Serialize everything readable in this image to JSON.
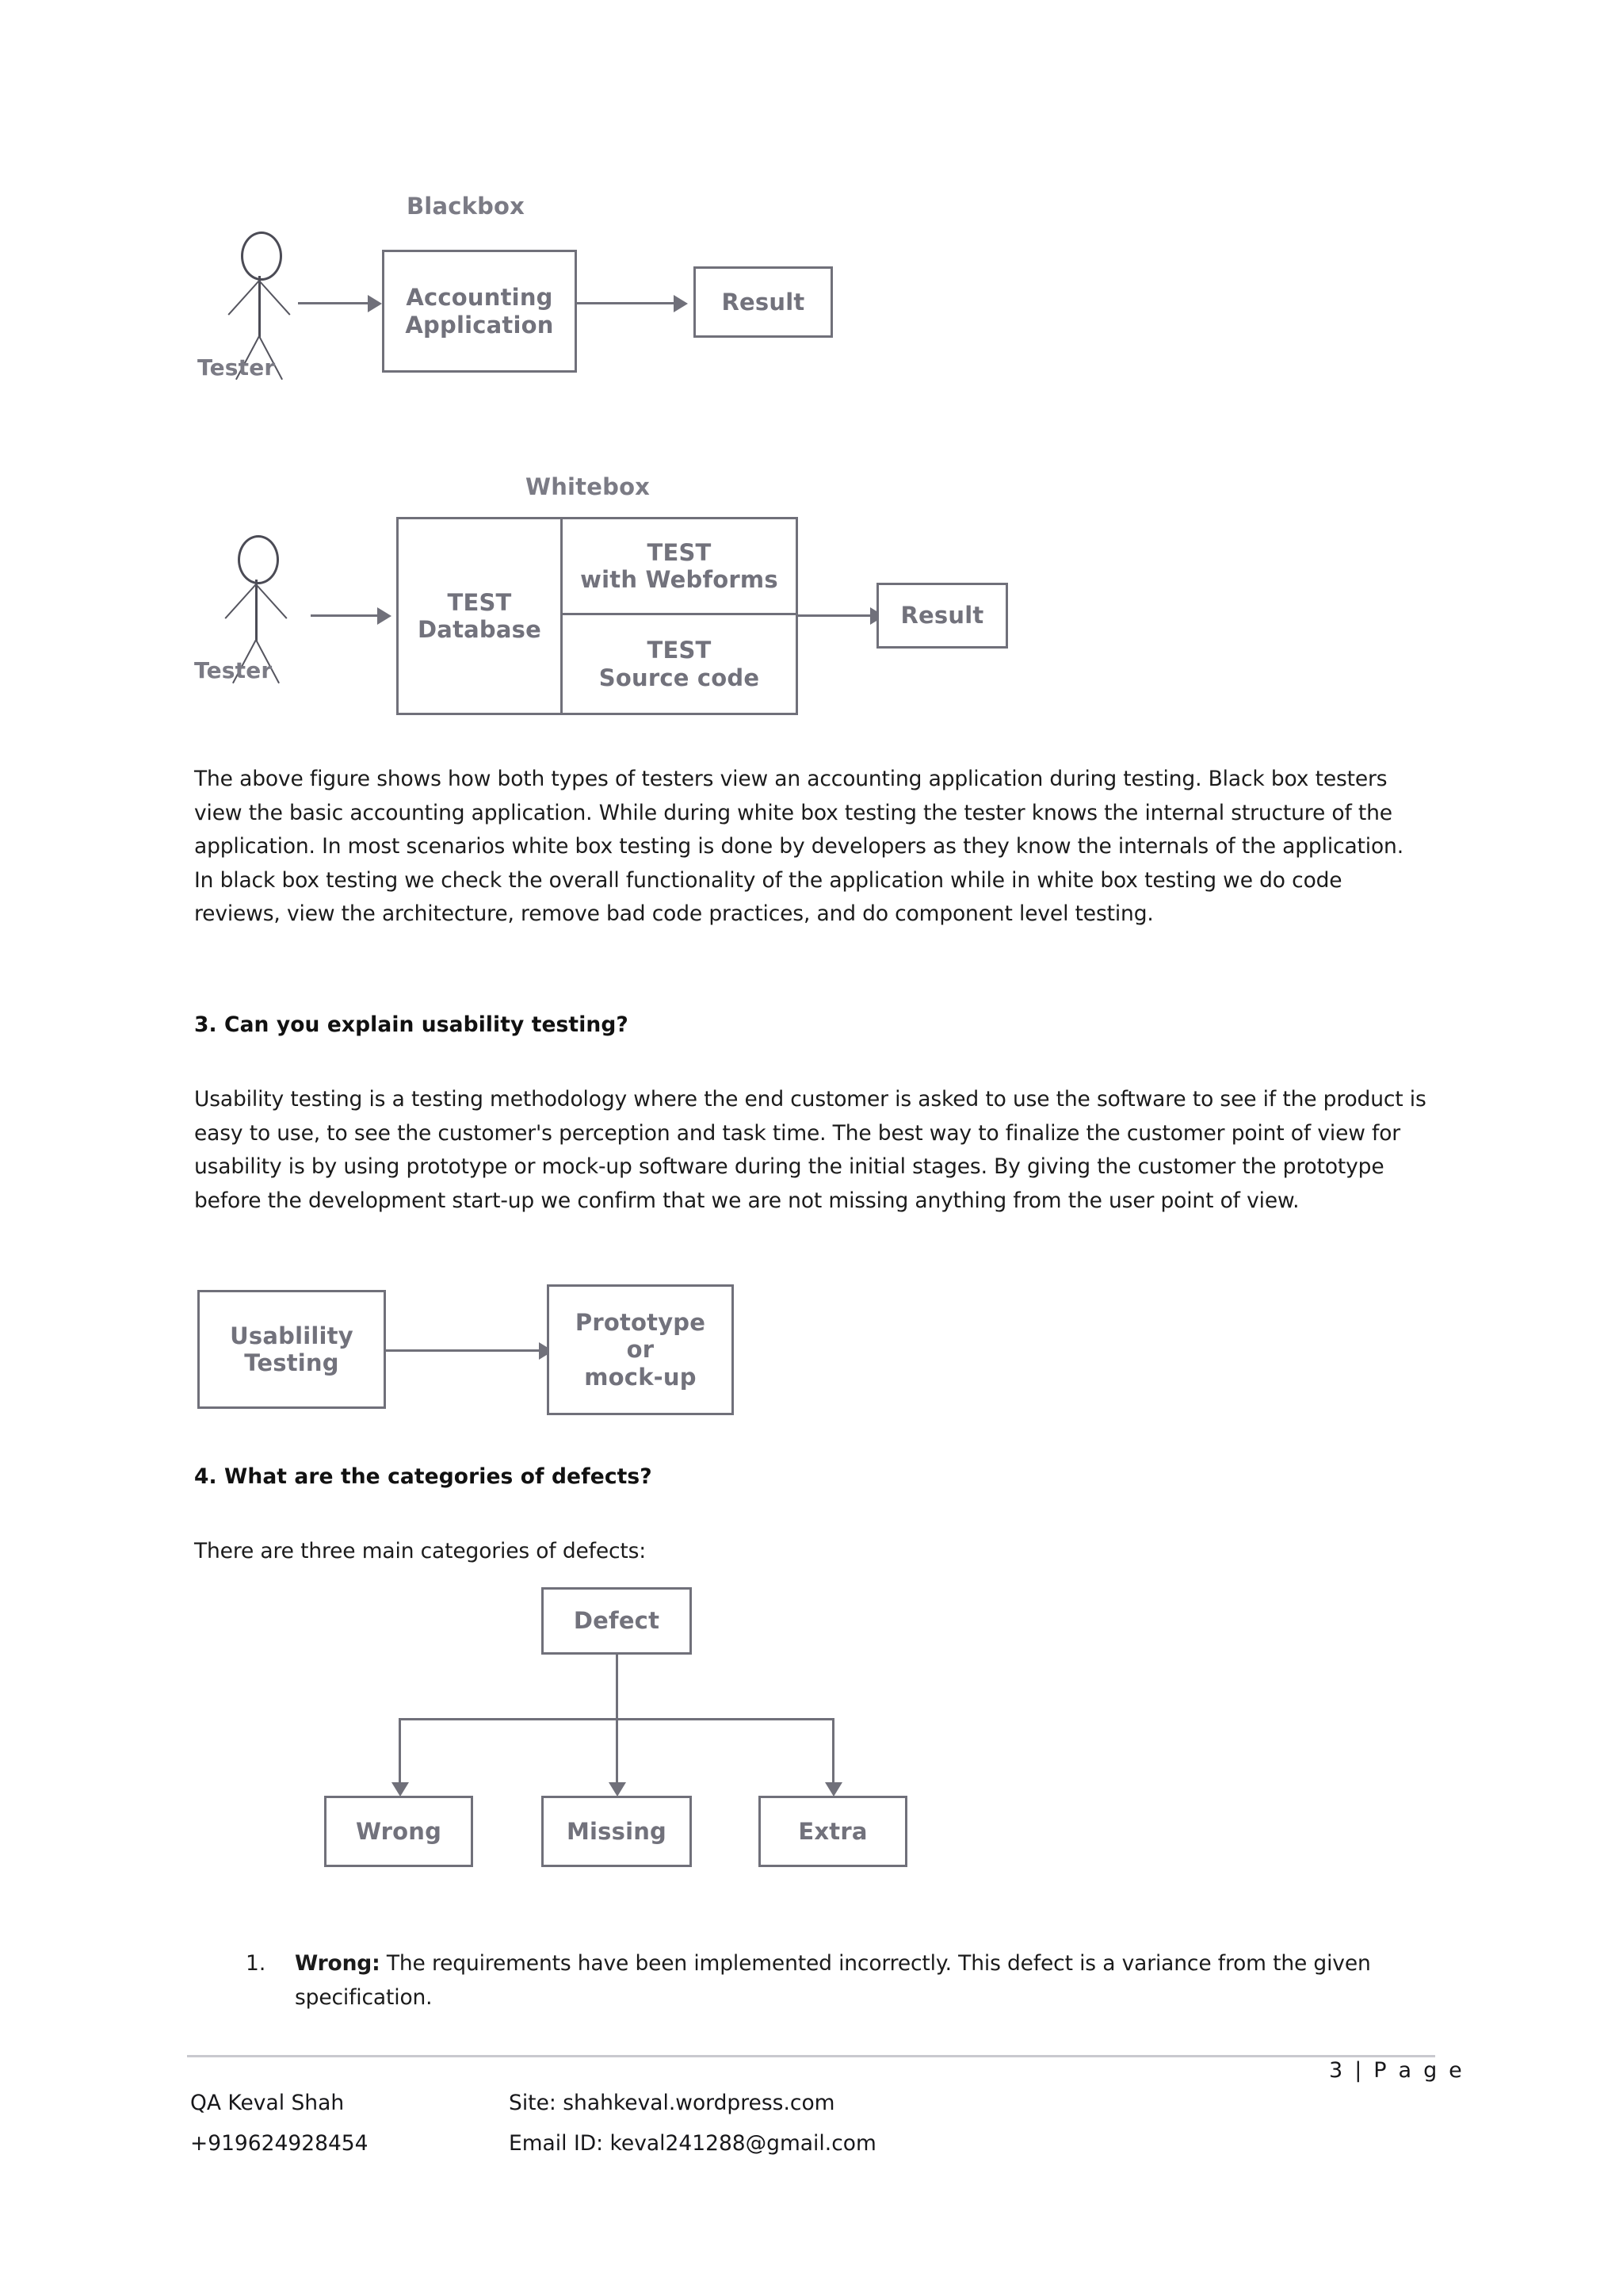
{
  "document": {
    "page_label": "3 | P a g e"
  },
  "figures": {
    "blackbox": {
      "title": "Blackbox",
      "actor_label": "Tester",
      "system_box": "Accounting\nApplication",
      "system_box_line1": "Accounting",
      "system_box_line2": "Application",
      "result_box": "Result"
    },
    "whitebox": {
      "title": "Whitebox",
      "actor_label": "Tester",
      "left_cell_line1": "TEST",
      "left_cell_line2": "Database",
      "top_right_cell_line1": "TEST",
      "top_right_cell_line2": "with Webforms",
      "bottom_right_cell_line1": "TEST",
      "bottom_right_cell_line2": "Source code",
      "result_box": "Result"
    },
    "usability": {
      "source_line1": "Usablility",
      "source_line2": "Testing",
      "target_line1": "Prototype",
      "target_line2": "or",
      "target_line3": "mock-up"
    },
    "defect_tree": {
      "root": "Defect",
      "children": [
        "Wrong",
        "Missing",
        "Extra"
      ]
    }
  },
  "content": {
    "figure_explanation": "The above figure shows how both types of testers view an accounting application during testing. Black box testers view the basic accounting application. While during white box testing the tester knows the internal structure of the application. In most scenarios white box testing is done by developers as they know the internals of the application. In black box testing we check the overall functionality of the application while in white box testing we do code reviews, view the architecture, remove bad code practices, and do component level testing.",
    "q3_heading": "3. Can you explain usability  testing?",
    "q3_answer": "Usability testing is a testing methodology where the end customer is asked to use the software to see if the product is easy to use, to see the customer's perception and task time. The best way to finalize the customer point of view for usability is by using prototype or mock-up software during the initial stages. By giving the customer the prototype before the development start-up we confirm that we are not missing anything from the user point of view.",
    "q4_heading": "4. What are the categories of defects?",
    "q4_intro": "There are three main categories of defects:",
    "defects_list": [
      {
        "number": "1.",
        "term": "Wrong:",
        "description": " The requirements have been implemented incorrectly. This defect is a variance from the given specification."
      }
    ]
  },
  "footer": {
    "name": "QA Keval Shah",
    "phone": "+919624928454",
    "site": "Site: shahkeval.wordpress.com",
    "email": "Email ID: keval241288@gmail.com"
  },
  "colors": {
    "diagram_stroke": "#70707a",
    "diagram_text": "#72727c",
    "body_text": "#1b1b1b",
    "rule": "#c9c9cf"
  }
}
